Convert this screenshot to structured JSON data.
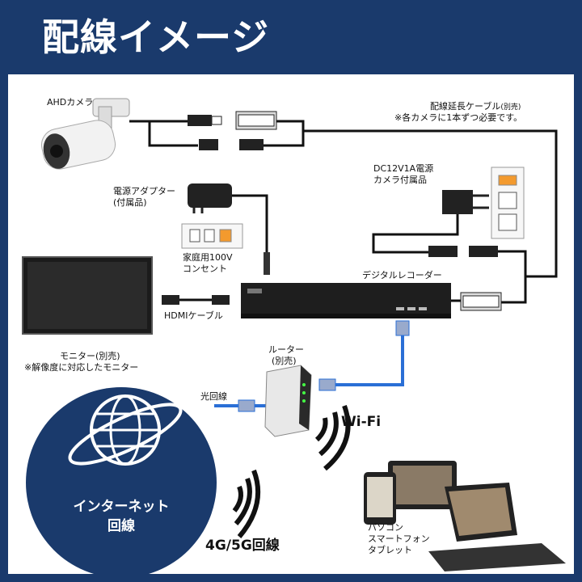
{
  "header": {
    "title": "配線イメージ"
  },
  "labels": {
    "camera": "AHDカメラ",
    "extension_cable": "配線延長ケーブル",
    "extension_cable_note": "(別売)",
    "extension_cable_note2": "※各カメラに1本ずつ必要です。",
    "power_adapter": "電源アダプター",
    "power_adapter_note": "(付属品)",
    "dc_power_line1": "DC12V1A電源",
    "dc_power_line2": "カメラ付属品",
    "home_outlet_line1": "家庭用100V",
    "home_outlet_line2": "コンセント",
    "recorder": "デジタルレコーダー",
    "hdmi_cable": "HDMIケーブル",
    "monitor_line1": "モニター(別売)",
    "monitor_line2": "※解像度に対応したモニター",
    "router_line1": "ルーター",
    "router_line2": "(別売)",
    "fiber": "光回線",
    "wifi": "Wi-Fi",
    "internet_line1": "インターネット",
    "internet_line2": "回線",
    "mobile": "4G/5G回線",
    "devices_line1": "パソコン",
    "devices_line2": "スマートフォン",
    "devices_line3": "タブレット"
  },
  "colors": {
    "navy": "#1a3a6c",
    "orange": "#f39a2e",
    "blue_cable": "#2a6fd6"
  }
}
